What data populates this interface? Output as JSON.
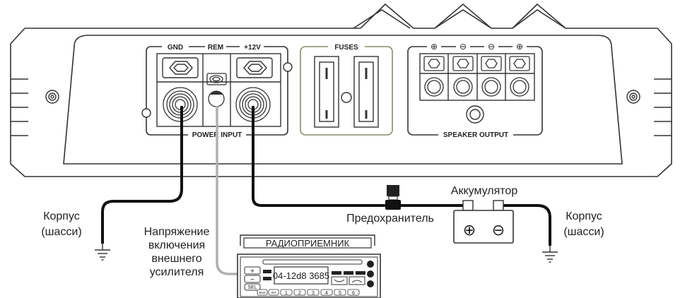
{
  "amplifier": {
    "power_input": {
      "title": "POWER INPUT",
      "terminals": [
        "GND",
        "REM",
        "+12V"
      ]
    },
    "fuses": {
      "title": "FUSES"
    },
    "speaker_output": {
      "title": "SPEAKER OUTPUT",
      "polarity": [
        "⊕",
        "⊖",
        "⊖",
        "⊕"
      ]
    }
  },
  "labels": {
    "chassis_left": [
      "Корпус",
      "(шасси)"
    ],
    "chassis_right": [
      "Корпус",
      "(шасси)"
    ],
    "remote_voltage": [
      "Напряжение",
      "включения",
      "внешнего",
      "усилителя"
    ],
    "fuse": "Предохранитель",
    "battery": "Аккумулятор"
  },
  "battery": {
    "plus": "⊕",
    "minus": "⊖"
  },
  "radio": {
    "title": "РАДИОПРИЕМНИК",
    "display": "04-12d8 3685",
    "sel_label": "SEL",
    "plus": "+",
    "minus": "−",
    "presets": [
      "1",
      "2",
      "3",
      "4",
      "5",
      "6"
    ],
    "bnd_label": "BND",
    "int_label": "INT"
  },
  "colors": {
    "outline": "#333333",
    "cable": "#111111",
    "remote_wire": "#b0b0b0",
    "fuse_panel": "#8a8a6a"
  }
}
